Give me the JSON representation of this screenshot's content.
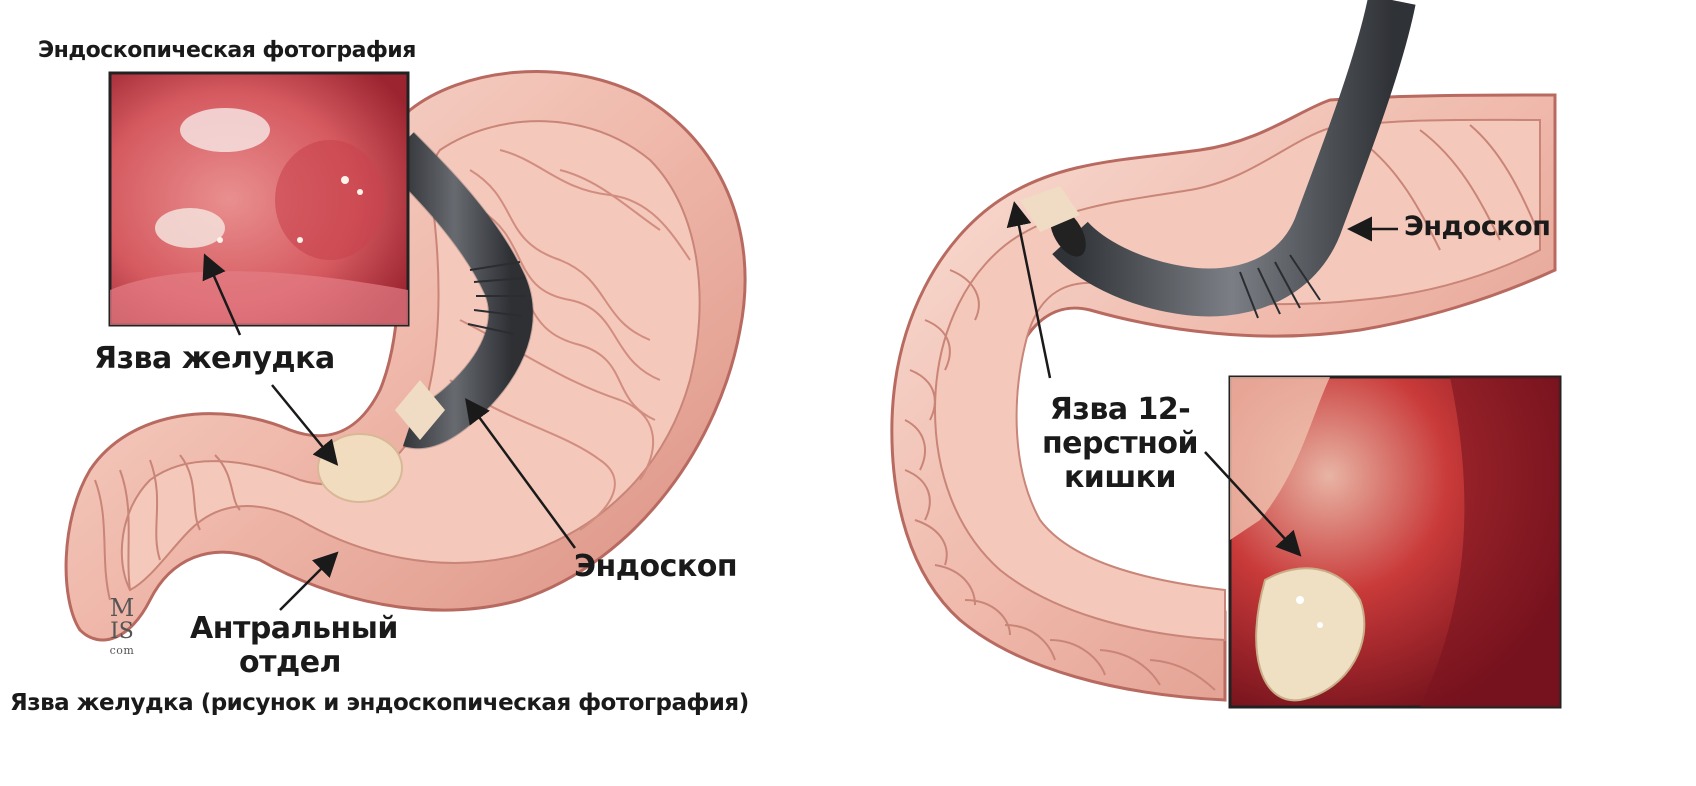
{
  "labels": {
    "endo_photo_title": "Эндоскопическая фотография",
    "gastric_ulcer": "Язва желудка",
    "endoscope_left": "Эндоскоп",
    "antral_line1": "Антральный",
    "antral_line2": "отдел",
    "caption": "Язва желудка (рисунок и эндоскопическая фотография)",
    "endoscope_right": "Эндоскоп",
    "duodenal_line1": "Язва 12-",
    "duodenal_line2": "перстной",
    "duodenal_line3": "кишки"
  },
  "logo": {
    "top": "M",
    "bottom": "IS",
    "small": "com"
  },
  "colors": {
    "tissue_light": "#f6d3c8",
    "tissue_mid": "#e9a99a",
    "tissue_dark": "#c9756a",
    "endoscope": "#4a4d52",
    "ulcer": "#f2dcc0",
    "photo_red": "#b3242b",
    "text": "#1a1a1a"
  }
}
